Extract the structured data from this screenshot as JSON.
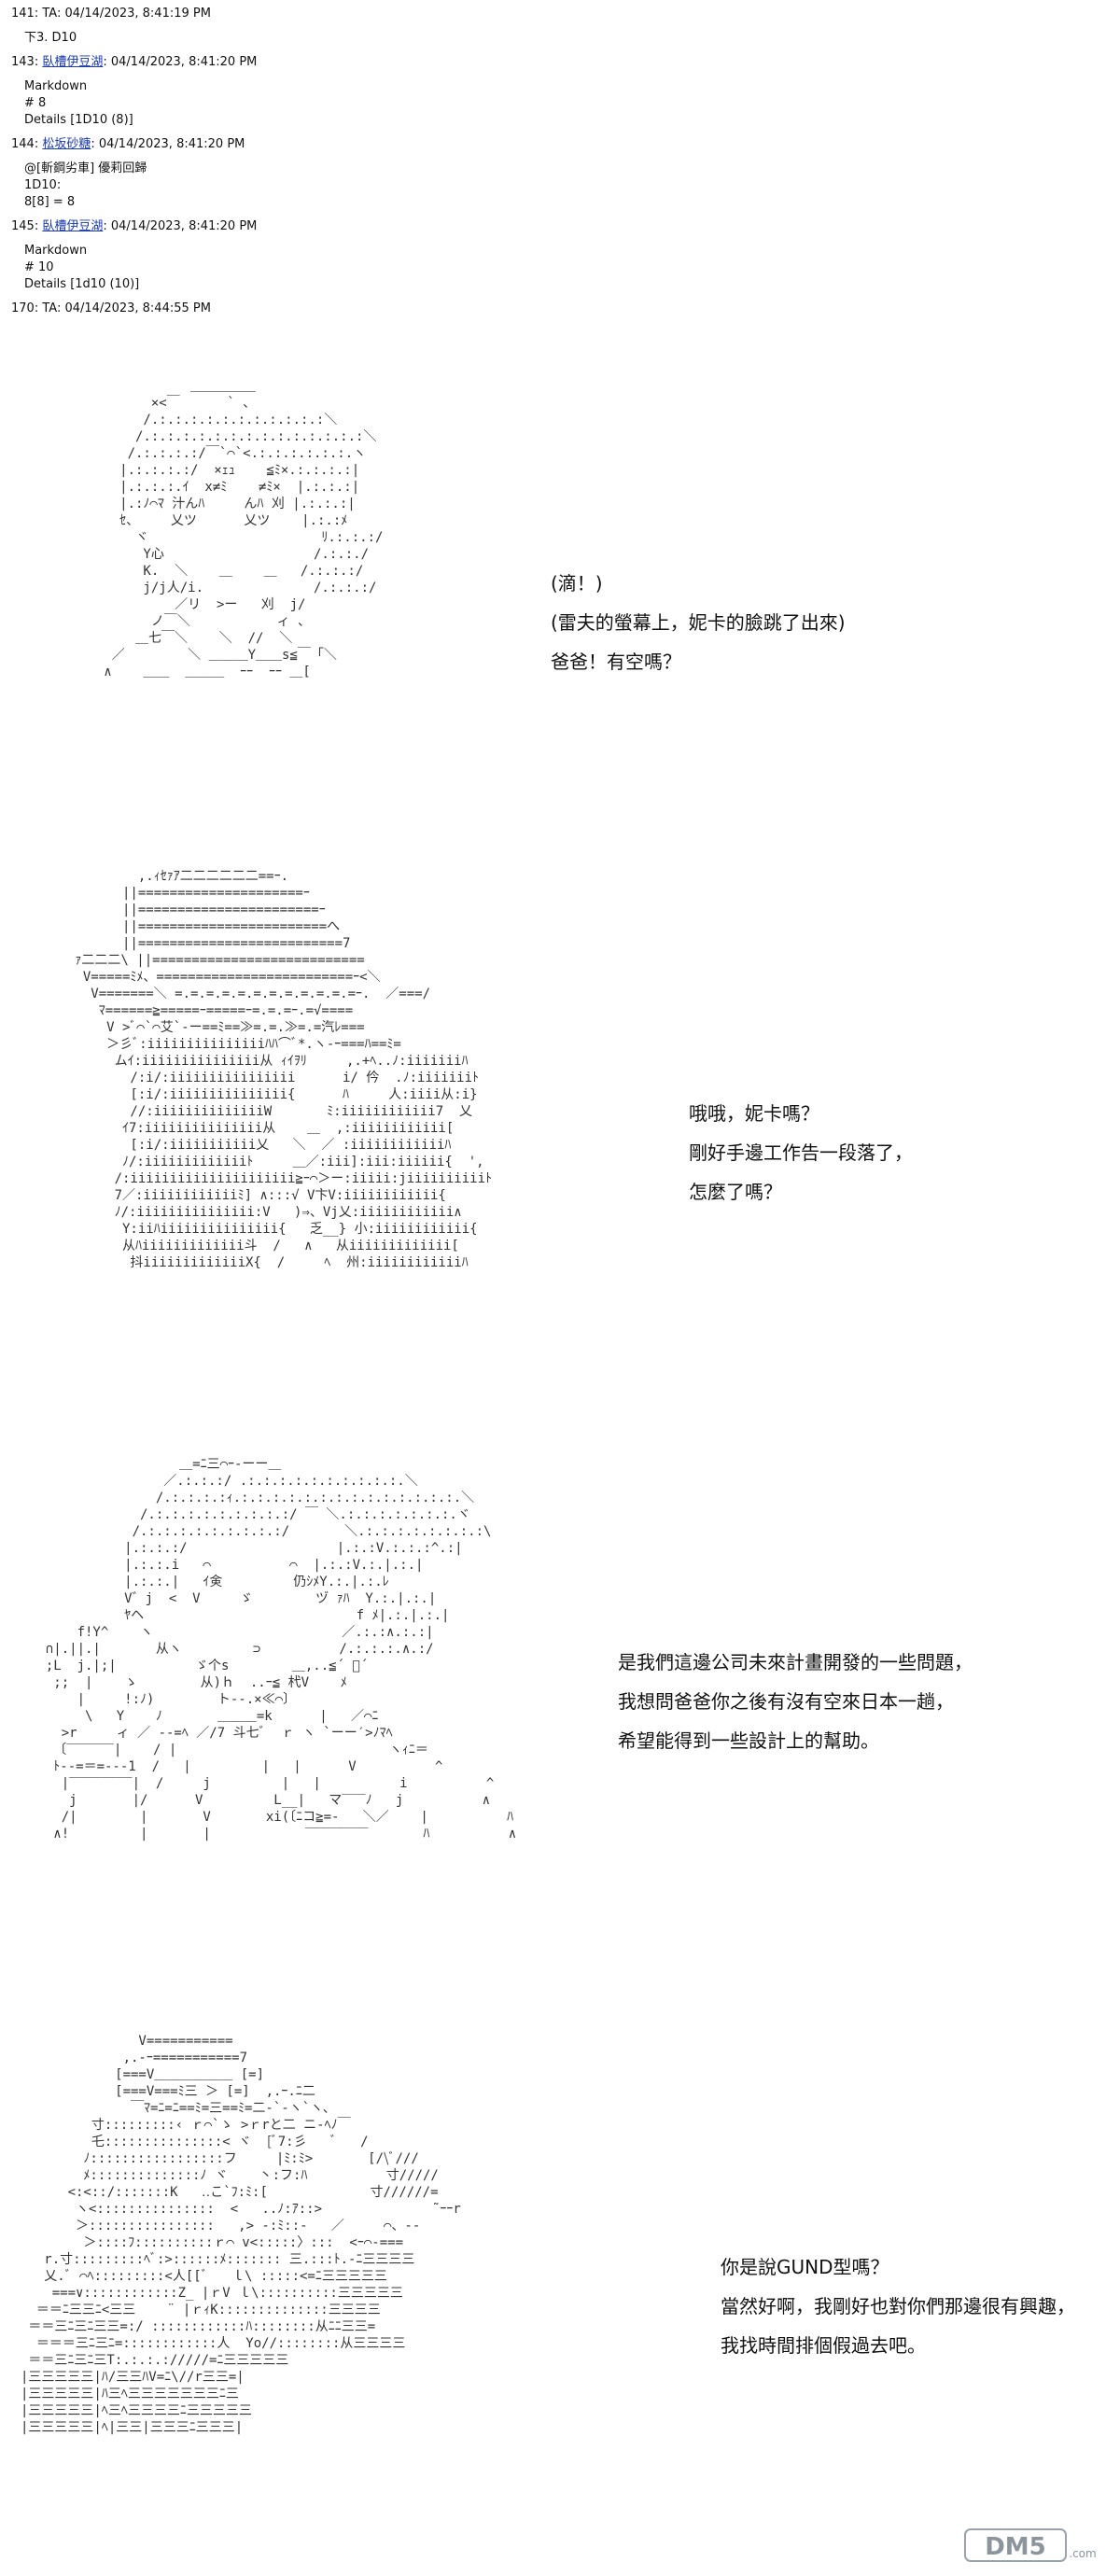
{
  "posts": [
    {
      "num": "141",
      "name": "TA",
      "linked": false,
      "timestamp": "04/14/2023, 8:41:19 PM",
      "body": [
        "下3. D10"
      ]
    },
    {
      "num": "143",
      "name": "臥槽伊豆湖",
      "linked": true,
      "timestamp": "04/14/2023, 8:41:20 PM",
      "body": [
        "Markdown",
        "# 8",
        "Details [1D10 (8)]"
      ]
    },
    {
      "num": "144",
      "name": "松坂砂糖",
      "linked": true,
      "timestamp": "04/14/2023, 8:41:20 PM",
      "body": [
        "@[斬鋼劣車] 優莉回歸",
        "1D10:",
        "8[8] = 8"
      ]
    },
    {
      "num": "145",
      "name": "臥槽伊豆湖",
      "linked": true,
      "timestamp": "04/14/2023, 8:41:20 PM",
      "body": [
        "Markdown",
        "# 10",
        "Details [1d10 (10)]"
      ]
    },
    {
      "num": "170",
      "name": "TA",
      "linked": false,
      "timestamp": "04/14/2023, 8:44:55 PM",
      "body": []
    }
  ],
  "panels": [
    {
      "lines": [
        "(滴！)",
        "(雷夫的螢幕上，妮卡的臉跳了出來)",
        "爸爸！有空嗎？"
      ]
    },
    {
      "lines": [
        "哦哦，妮卡嗎？",
        "剛好手邊工作告一段落了，",
        "怎麼了嗎？"
      ]
    },
    {
      "lines": [
        "是我們這邊公司未來計畫開發的一些問題，",
        "我想問爸爸你之後有沒有空來日本一趟，",
        "希望能得到一些設計上的幫助。"
      ]
    },
    {
      "lines": [
        "你是說GUND型嗎？",
        "當然好啊，我剛好也對你們那邊很有興趣，",
        "我找時間排個假過去吧。"
      ]
    }
  ],
  "art": [
    "              ＿＿＿＿＿\n         ×<￣      ` 、\n        /.:.:.:.:.:.:.:.:.:.:.:＼\n       /.:.:.:.:.:.:.:.:.:.:.:.:.:.:＼\n      /.:.:.:.:/￣`⌒`<.:.:.:.:.:.:.ヽ\n     |.:.:.:.:/  ×ｪｭ    ≦ﾐ×.:.:.:.:|\n     |.:.:.:.ｲ  x≠ﾐ    ≠ﾐ×  |.:.:.:|\n     |.:ﾉ⌒ﾏ 汁んﾊ     んﾊ 刈 |.:.:.:|\n     ｾ、    乂ツ      乂ツ    |.:.:ﾒ\n       ヾ                      ﾘ.:.:.:/\n        Y心                   /.:.:./\n        K.  ＼    ＿    ＿   /.:.:.:/\n        j/j人/i.              /.:.:.:/\n            ／リ  >ー   刈  j/\n         ノ￣＼           ィ 、\n       ＿七￣＼    ＼  //  ＼\n    ／        ＼ ＿＿＿Y＿＿s≦￣「＼\n   ∧    ＿＿  ＿＿＿  ｰｰ  ｰｰ ＿[",
    "         ,.ｨｾｧｱ二二二二二二==ｰ.\n       ||=====================ｰ\n       ||=======================ｰ\n       ||========================へ\n       ||==========================7\n ｧ二二二\\ ||===========================\n  V=====ﾐﾒ、=========================ｰ<＼\n   V=======＼ =.=.=.=.=.=.=.=.=.=.=.=ｰ.  ／===/\n    ﾏ======≧=====ｰ=====ｰ=.=.=ｰ.=√====\n     V >ﾞ⌒`⌒艾`‐ー==ﾐ==≫=.=.≫=.=汽ﾚ===\n     ＞彡ﾞ:iiiiiiiiiiiiiiiﾊﾊ⌒ﾞ*.ヽ‐ｰ===ﾊ==ﾐ=\n      ムｲ:iiiiiiiiiiiiiii从 ｨｲｦﾘ     ,.+ﾍ..ﾉ:iiiiiiiﾊ\n        /:i/:iiiiiiiiiiiiiiii      i/ 仱  .ﾉ:iiiiiiiﾄ\n        [:i/:iiiiiiiiiiiiiii{      ﾊ     人:iiii从:i}\n        //:iiiiiiiiiiiiiiW       ﾐ:iiiiiiiiiiii7  乂\n       ｲ7:iiiiiiiiiiiiiii从    ＿  ,:iiiiiiiiiiii[\n        [:i/:iiiiiiiiiii乂   ＼  ／ :iiiiiiiiiiiiﾊ\n       ﾉ/:iiiiiiiiiiiiiﾄ     ＿／:iii]:iii:iiiiii{  ',\n      /:iiiiiiiiiiiiiiiiiiiii≧ｰ⌒＞ー:iiiii:jiiiiiiiiiiﾄ\n      7／:iiiiiiiiiiiiﾐ] ∧:::√ V卞V:iiiiiiiiiiii{\n      ﾉ/:iiiiiiiiiiiiiii:V   )⇒、Vj乂:iiiiiiiiiiii∧\n       Y:iiﾊiiiiiiiiiiiiiii{   乏__} 小:iiiiiiiiiiii{\n       从ﾊiiiiiiiiiiiii斗  /   ∧   从iiiiiiiiiiiii[\n        抖iiiiiiiiiiiiiX{  /     ﾍ  州:iiiiiiiiiiiiﾊ",
    "                   ＿=ﾆ三⌒ｰ‐ーー＿\n                 ／.:.:.:/ .:.:.:.:.:.:.:.:.:.:.＼\n                /.:.:.:.:ｨ.:.:.:.:.:.:.:.:.:.:.:.:.:.:.＼\n              /.:.:.:.:.:.:.:.:.:/ ￣ ＼.:.:.:.:.:.:.:.ヾ\n             /.:.:.:.:.:.:.:.:.:/       ＼.:.:.:.:.:.:.:.:\\\n            |.:.:.:/                   |.:.:V.:.:.:^.:|\n            |.:.:.i   ⌒          ⌒  |.:.:V.:.|.:.|\n            |.:.:.|   ｲ㑒         仍ｼﾒY.:.|.:.ﾚ\n            V゛j  <  V     ゞ        ヅ ｧﾊ  Y.:.|.:.|\n            ﾔヘ                           f ﾒ|.:.|.:.|\n      f!Y^    ヽ                        ／.:.:∧.:.:|\n  ∩|.||.|       从ヽ         ⊃          /.:.:.:.∧.:/\n  ;L  j.|;|          ゞ个s        ＿,..≦´ ゙´\n   ;;  |    ゝ        从)ｈ  ..ｰ≦ 杙V    ﾒ\n      |     !:ﾉ)        ト‐‐.×≪⌒〕\n       \\   Y    ﾉ       ＿＿＿=k      |   ／⌒ﾆ\n    >r     ィ ／ ‐‐=ﾍ ／/7 斗七ﾞ  ｒ ヽ `ーー′>ﾉﾏﾍ\n   〔‾‾‾‾‾‾|    / |                           ヽｨﾆ＝\n   ﾄ‐‐=＝=‐‐‐1  /   |         |   |      V          ^\n    |‾‾‾‾‾‾‾‾|  /     j         |   |          i          ^\n     j       |/      V         L__|   マ‾‾‾ﾉ   j          ∧\n    /|        |       V       xi(〔ﾆコ≧=‐   ＼／    |          ﾊ\n   ∧!         |       |            ‾‾‾‾‾‾‾‾       ﾊ          ∧",
    "               V===========\n             ,.-ｰ===========7\n            [===V＿＿＿＿＿＿ [=]\n            [===V===ﾐ三 ＞ [=]  ,.ｰ.ﾆ二\n              ￣ﾏ=ﾆ=ﾆ==ﾐ=三==ﾐ=二‐`‐ヽ`ヽ､\n         寸:::::::::‹ ｒ⌒`ゝ >ｒrと二 ニ‐ﾍﾉ￣\n         乇:::::::::::::::< ヾ  [ﾞ7:彡   ﾞ   /\n        ﾉ:::::::::::::::::フ     |ﾐ:ﾐ>       [/\\ﾞ///\n        ﾒ::::::::::::::ﾉ ヾ    丶:フ:ﾊ          寸/////\n      <:<::/:::::::K   ‥こ`ﾌ:ﾐ:[             寸//////=\n       ヽ<:::::::::::::::  <   ..ﾉ:ｱ::>              ˜ｰｰr\n       ＞::::::::::::::::   ,> ‐:ﾐ::‐   ／     ⌒、‐‐\n        ＞::::ﾌ::::::::::ｒ⌒ v<:::::〉:::  <ｰ⌒‐===\n   r.寸:::::::::ﾍﾞ:>::::::ﾒ::::::: 三.:::ﾄ.‐ﾆ三三三三\n   乂.ﾞ ⌒ﾍ:::::::::<人[[ﾞ   ｌ\\ :::::<=ﾆ三三三三三\n    ===∨::::::::::::Z_ |ｒV ｌ\\::::::::::三三三三三\n  ＝＝ﾆ三三ﾆ<三三    ¨ |ｒｨK::::::::::::::三三三三\n ＝＝三ﾆ三ﾆ三三=:/ ::::::::::::ﾊ::::::::从ﾆﾆ三三=\n  ＝＝＝三ﾆ三ﾆ=::::::::::::人  Yo//::::::::从三三三三\n ＝＝三ﾆ三ﾆ三T:.:.:.://///=ﾆ三三三三三\n|三三三三三|ﾊ/三三ﾊV=ﾆ\\//r三三=|\n|三三三三三|ﾊ三ﾍ三三三三三三三ﾆ三\n|三三三三三|ﾍ三ﾍ三三三三ﾆ三三三三三\n|三三三三三|ﾍ|三三|三三三ﾆ三三三|"
  ]
}
